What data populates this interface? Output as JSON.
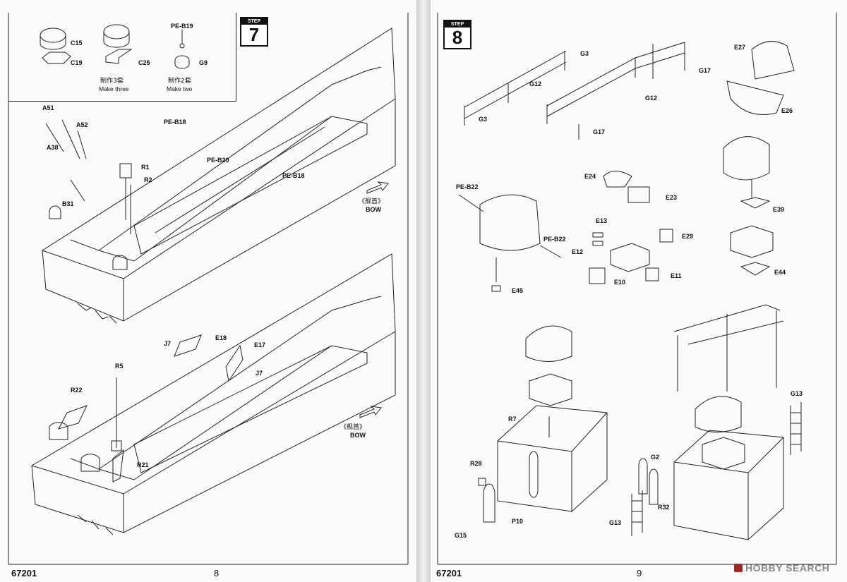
{
  "left_page": {
    "step_label": "STEP",
    "step_number": "7",
    "part_code": "67201",
    "page_number": "8",
    "inset": {
      "c15": "C15",
      "c19": "C19",
      "c25": "C25",
      "make_three_cn": "制作3套",
      "make_three_en": "Make three",
      "pe_b19": "PE-B19",
      "g9": "G9",
      "make_two_cn": "制作2套",
      "make_two_en": "Make two"
    },
    "upper": {
      "a51": "A51",
      "a52": "A52",
      "a38": "A38",
      "pe_b18_a": "PE-B18",
      "pe_b20": "PE-B20",
      "pe_b18_b": "PE-B18",
      "r1": "R1",
      "r2": "R2",
      "b31": "B31",
      "bow_cn": "《舰首》",
      "bow_en": "BOW"
    },
    "lower": {
      "j7_a": "J7",
      "e18": "E18",
      "e17": "E17",
      "j7_b": "J7",
      "r5": "R5",
      "r22": "R22",
      "r21": "R21",
      "bow_cn": "《舰首》",
      "bow_en": "BOW"
    }
  },
  "right_page": {
    "step_label": "STEP",
    "step_number": "8",
    "part_code": "67201",
    "page_number": "9",
    "labels": {
      "g3_a": "G3",
      "g12_a": "G12",
      "g3_b": "G3",
      "g17_a": "G17",
      "g12_b": "G12",
      "g17_b": "G17",
      "e27": "E27",
      "e26": "E26",
      "e24": "E24",
      "e23": "E23",
      "pe_b22_a": "PE-B22",
      "pe_b22_b": "PE-B22",
      "e13": "E13",
      "e12": "E12",
      "e29": "E29",
      "e10": "E10",
      "e11": "E11",
      "e45": "E45",
      "e39": "E39",
      "e44": "E44",
      "r7": "R7",
      "r28": "R28",
      "p10": "P10",
      "g15": "G15",
      "g13_a": "G13",
      "g2": "G2",
      "r32": "R32",
      "g13_b": "G13"
    }
  },
  "watermark": "HOBBY SEARCH"
}
